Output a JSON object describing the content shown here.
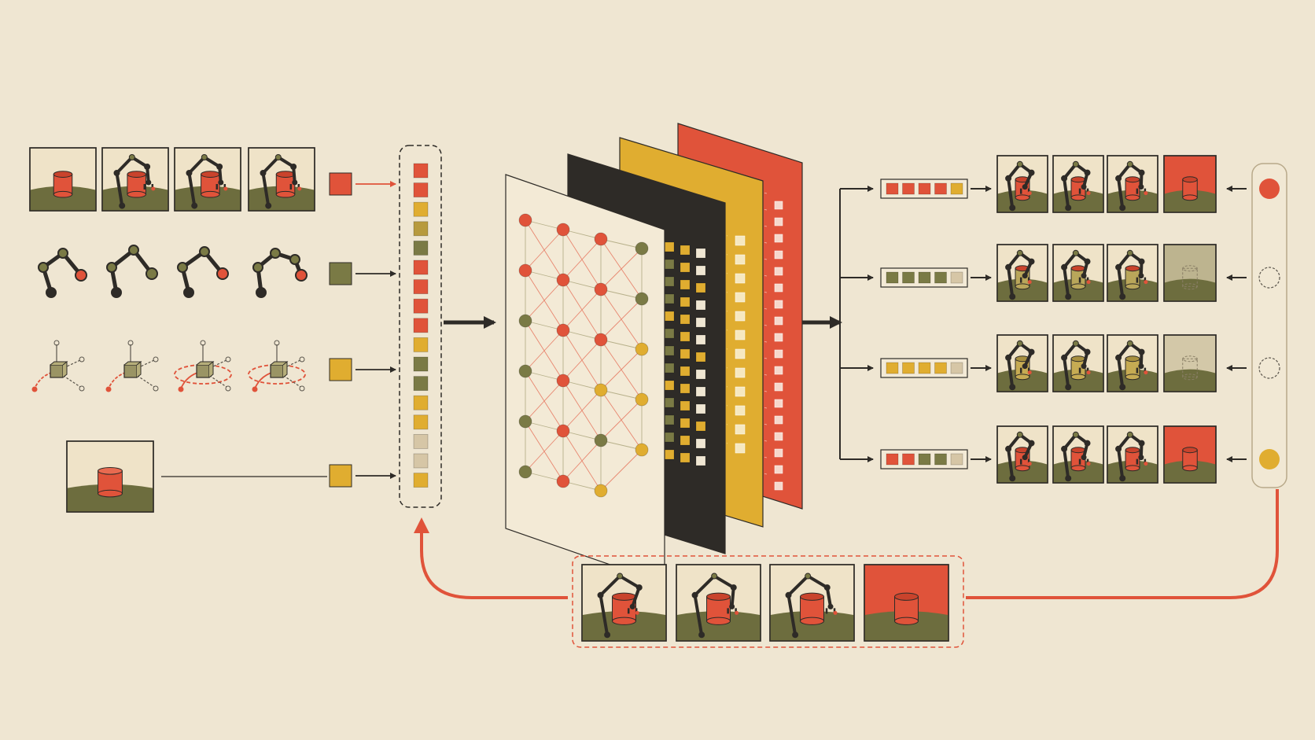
{
  "palette": {
    "background": "#efe6d2",
    "red": "#e0533a",
    "olive": "#7a7a45",
    "mustard": "#e0ad30",
    "dark": "#2e2b27",
    "tan": "#d6c6a6",
    "ground": "#6d6d3e",
    "panel": "#f3ead6"
  },
  "input_rows": [
    {
      "name": "video-frames",
      "token_color": "#e0533a",
      "arrow_color": "#e0533a"
    },
    {
      "name": "arm-poses",
      "token_color": "#7a7a45",
      "arrow_color": "#2e2b27"
    },
    {
      "name": "action-vectors",
      "token_color": "#e0ad30",
      "arrow_color": "#2e2b27"
    },
    {
      "name": "goal-image",
      "token_color": "#e0ad30",
      "arrow_color": "#2e2b27"
    }
  ],
  "token_sequence": [
    "#e0533a",
    "#e0533a",
    "#e0ad30",
    "#b79a3e",
    "#7a7a45",
    "#e0533a",
    "#e0533a",
    "#e0533a",
    "#e0533a",
    "#e0ad30",
    "#7a7a45",
    "#7a7a45",
    "#e0ad30",
    "#e0ad30",
    "#d6c6a6",
    "#d6c6a6",
    "#e0ad30"
  ],
  "output_rows": [
    {
      "tokens": [
        "#e0533a",
        "#e0533a",
        "#e0533a",
        "#e0533a",
        "#e0ad30"
      ],
      "status": "filled-red",
      "final_frame": "#e0533a"
    },
    {
      "tokens": [
        "#7a7a45",
        "#7a7a45",
        "#7a7a45",
        "#7a7a45",
        "#d6c6a6"
      ],
      "status": "empty",
      "final_frame": "#bdb48f"
    },
    {
      "tokens": [
        "#e0ad30",
        "#e0ad30",
        "#e0ad30",
        "#e0ad30",
        "#d6c6a6"
      ],
      "status": "empty",
      "final_frame": "#d3c8a8"
    },
    {
      "tokens": [
        "#e0533a",
        "#e0533a",
        "#7a7a45",
        "#7a7a45",
        "#d6c6a6"
      ],
      "status": "filled-mustard",
      "final_frame": "#e0533a"
    }
  ],
  "layers": [
    "#f3ead6",
    "#2e2b27",
    "#e0ad30",
    "#e0533a"
  ],
  "feedback_frames": 4
}
